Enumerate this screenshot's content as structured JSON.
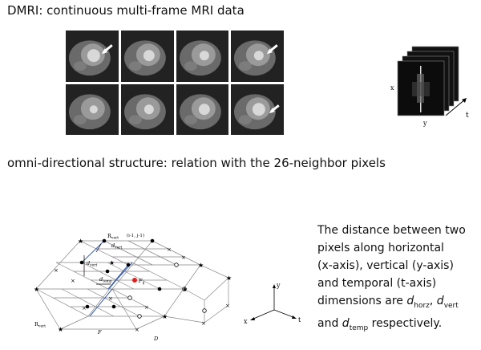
{
  "heading": "DMRI: continuous multi-frame MRI data",
  "subheading": "omni-directional structure: relation with the 26-neighbor pixels",
  "stack_labels": {
    "x": "x",
    "y": "y",
    "t": "t"
  },
  "lattice_labels": {
    "rvert_top": "R",
    "rvert_top_sub": "vert",
    "rvert_top_idx": "(i-1, j-1)",
    "d_vert": "d",
    "d_vert_sub": "vert",
    "d_vert2": "d",
    "d_vert2_sub": "vert",
    "d_temp": "d",
    "d_temp_sub": "temp",
    "f_ij": "F",
    "f_ij_sub": "ij",
    "r_vert_bottom": "R",
    "r_vert_bottom_sub": "vert",
    "f_bottom": "F",
    "d_bottom": "D"
  },
  "axes_labels": {
    "x": "x",
    "y": "y",
    "t": "t"
  },
  "description": {
    "line1": "The distance between two",
    "line2": "pixels along horizontal",
    "line3": "(x-axis), vertical (y-axis)",
    "line4": "and temporal (t-axis)",
    "line5_pre": "dimensions are ",
    "d1": "d",
    "d1_sub": "horz",
    "comma1": ", ",
    "d2": "d",
    "d2_sub": "vert",
    "line6_pre": "and ",
    "d3": "d",
    "d3_sub": "temp",
    "line6_post": " respectively."
  },
  "colors": {
    "highlight_point": "#e0201b",
    "edge_blue": "#3a5fb0"
  }
}
